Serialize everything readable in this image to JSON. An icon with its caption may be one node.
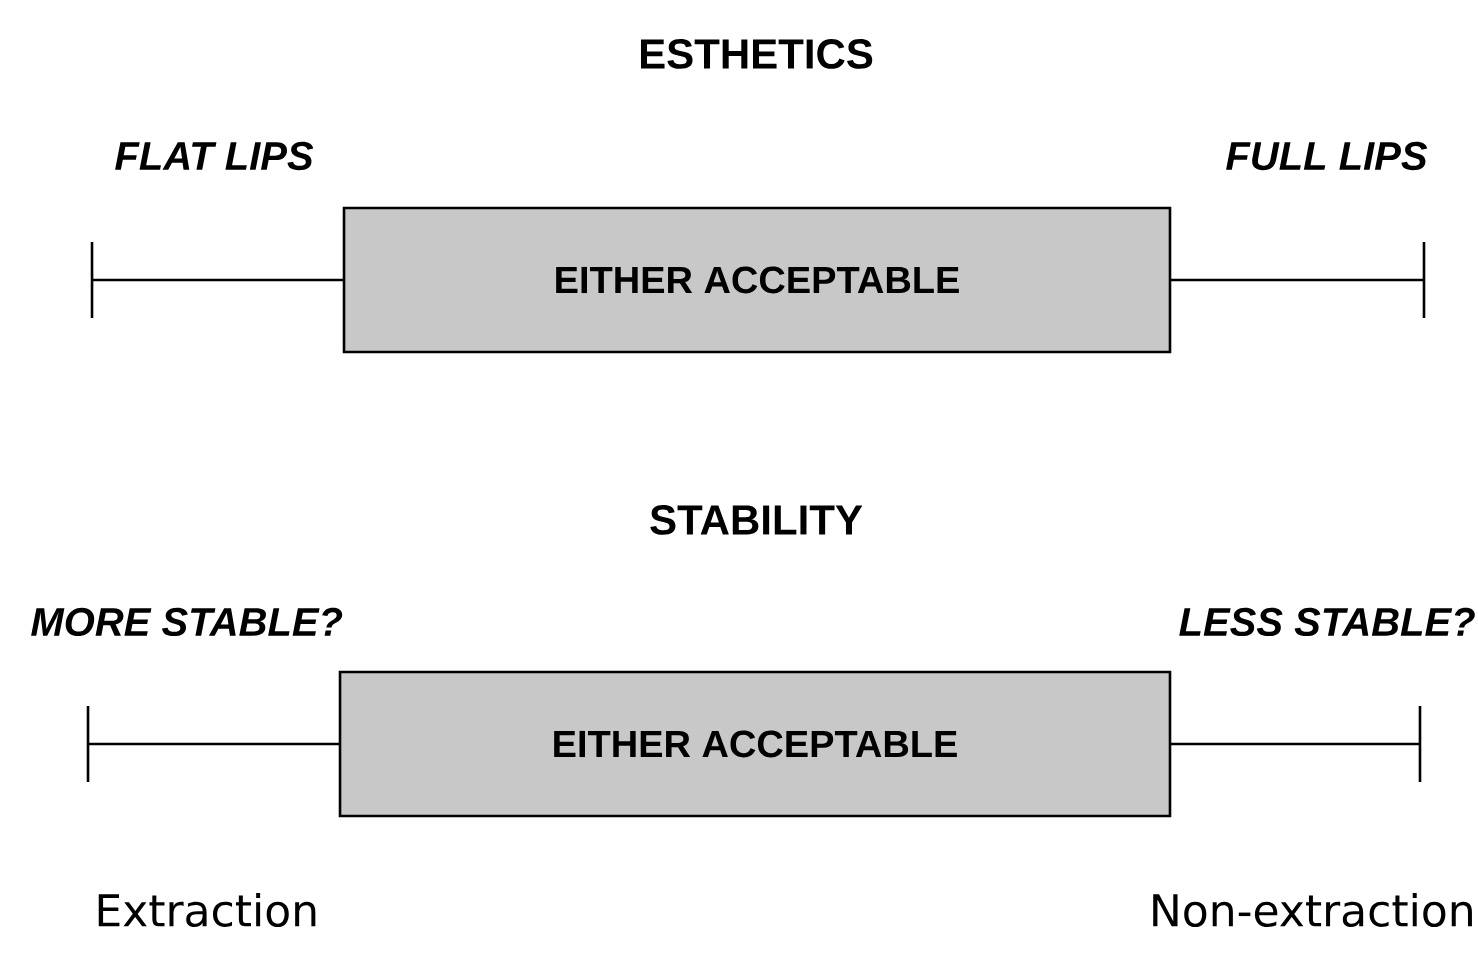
{
  "diagram": {
    "nodes": [
      {
        "text": [
          "EITHER ACCEPTABLE"
        ]
      },
      {
        "text": [
          "EITHER ACCEPTABLE"
        ]
      }
    ],
    "labels": [
      "ESTHETICS",
      "FLAT LIPS",
      "FULL LIPS",
      "STABILITY",
      "MORE STABLE?",
      "LESS STABLE?",
      "Extraction",
      "Non-extraction"
    ]
  }
}
